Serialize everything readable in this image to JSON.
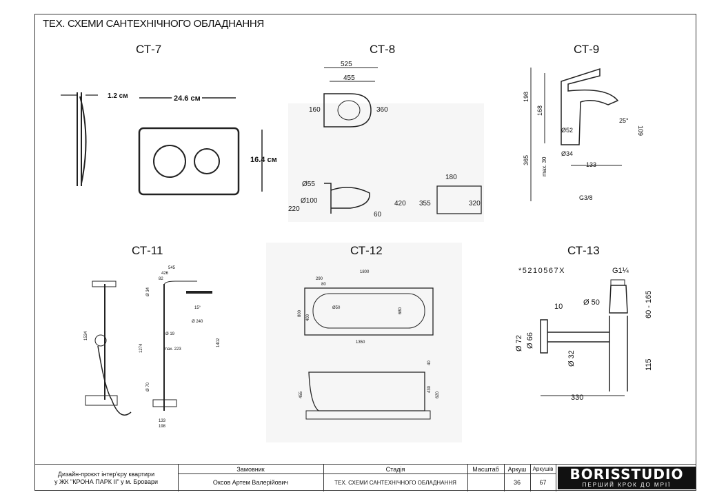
{
  "sheet": {
    "title": "ТЕХ. СХЕМИ САНТЕХНІЧНОГО ОБЛАДНАННЯ"
  },
  "items": {
    "ct7": {
      "label": "СТ-7",
      "dims": {
        "thickness": "1.2 см",
        "width": "24.6 см",
        "height": "16.4 см"
      }
    },
    "ct8": {
      "label": "СТ-8",
      "dims": {
        "d525": "525",
        "d455": "455",
        "d160": "160",
        "d360": "360",
        "d55": "Ø55",
        "d100": "Ø100",
        "d220": "220",
        "d420": "420",
        "d60": "60",
        "d180": "180",
        "d355": "355",
        "d320": "320"
      }
    },
    "ct9": {
      "label": "СТ-9",
      "dims": {
        "d198": "198",
        "d168": "168",
        "d109": "109",
        "d25": "25°",
        "d52": "Ø52",
        "d34": "Ø34",
        "max30": "max. 30",
        "d133": "133",
        "d365": "365",
        "g38": "G3/8"
      }
    },
    "ct11": {
      "label": "СТ-11",
      "dims": {
        "d545": "545",
        "d426": "426",
        "d82": "82",
        "d34": "Ø 34",
        "d19": "Ø 19",
        "d240": "Ø 240",
        "d1534": "1534",
        "d1274": "1274",
        "d1402": "1402",
        "max223": "max. 223",
        "d70": "Ø 70",
        "d133": "133",
        "d198": "198",
        "d15": "15°"
      }
    },
    "ct12": {
      "label": "СТ-12",
      "dims": {
        "d1800": "1800",
        "d290": "290",
        "d80": "80",
        "d50": "Ø50",
        "d800": "800",
        "d400": "400",
        "d680": "680",
        "d1350": "1350",
        "d40": "40",
        "d430": "430",
        "d620": "620",
        "d455": "455"
      }
    },
    "ct13": {
      "label": "СТ-13",
      "dims": {
        "code": "*5210567X",
        "g114": "G1¼",
        "d10": "10",
        "d50": "Ø 50",
        "d60165": "60 - 165",
        "d72": "Ø 72",
        "d66": "Ø 66",
        "d32": "Ø 32",
        "d115": "115",
        "d330": "330"
      }
    }
  },
  "stamp": {
    "project": "Дизайн-проєкт інтер'єру квартири\nу ЖК \"КРОНА ПАРК ІІ\" у м. Бровари",
    "client_header": "Замовник",
    "client": "Оксов Артем Валерійович",
    "stage_header": "Стадія",
    "stage": "ТЕХ. СХЕМИ САНТЕХНІЧНОГО ОБЛАДНАННЯ",
    "scale_header": "Масштаб",
    "scale": "",
    "sheet_header": "Аркуш",
    "sheet": "36",
    "sheets_header": "Аркушів",
    "sheets": "67",
    "brand": "BORISSTUDIO",
    "tagline": "ПЕРШИЙ КРОК ДО МРІЇ"
  }
}
